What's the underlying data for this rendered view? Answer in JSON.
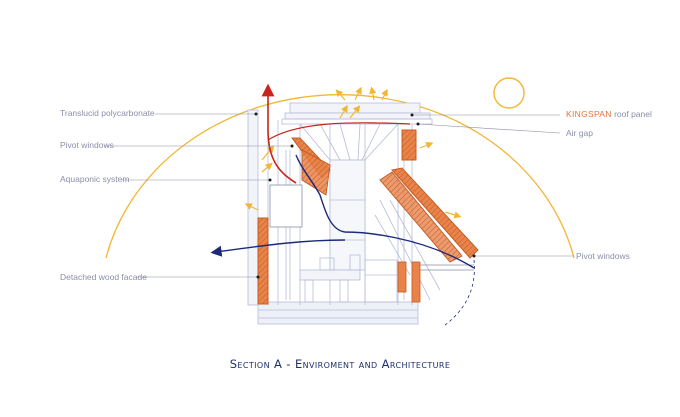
{
  "labels": {
    "translucid": "Translucid polycarbonate",
    "pivot_left": "Pivot windows",
    "aquaponic": "Aquaponic system",
    "facade": "Detached wood facade",
    "roof_brand": "KINGSPAN",
    "roof_rest": " roof panel",
    "air_gap": "Air gap",
    "pivot_right": "Pivot windows"
  },
  "caption": "Section A - Enviroment and Architecture",
  "colors": {
    "sun_arc": "#f2b634",
    "wood": "#e8834a",
    "hot_air": "#c8241c",
    "cool_air": "#1c2a78",
    "structure": "#b6bcd8",
    "leader": "#8a8fa6",
    "caption": "#1f2f6e"
  }
}
